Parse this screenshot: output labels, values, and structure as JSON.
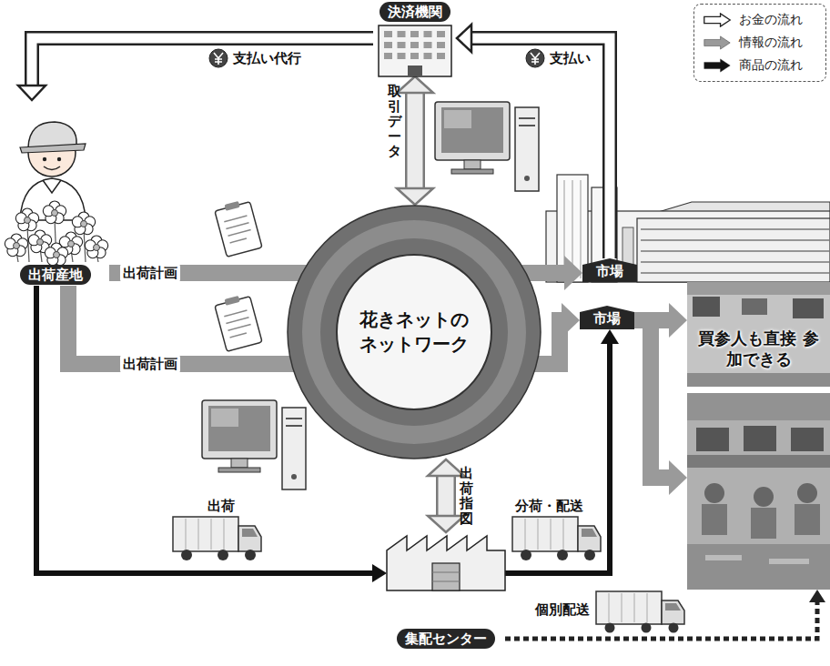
{
  "diagram": {
    "nodes": [
      {
        "text": [
          "決済機関"
        ]
      },
      {
        "text": [
          "出荷産地"
        ]
      },
      {
        "text": [
          "花きネットの ネットワーク"
        ]
      },
      {
        "text": [
          "市場"
        ]
      },
      {
        "text": [
          "市場"
        ]
      },
      {
        "text": [
          "買参人も直接 参加できる"
        ]
      },
      {
        "text": [
          "集配センター"
        ]
      }
    ],
    "edges": [
      {
        "from": 3,
        "to": 0,
        "label": "支払い",
        "arrow": "to"
      },
      {
        "from": 0,
        "to": 1,
        "label": "支払い代行",
        "arrow": "to"
      },
      {
        "from": 1,
        "to": 3,
        "label": "出荷計画",
        "arrow": "to"
      },
      {
        "from": 1,
        "to": 4,
        "label": "出荷計画",
        "arrow": "to"
      },
      {
        "from": 0,
        "to": 2,
        "label": "取引データ",
        "arrow": "both"
      },
      {
        "from": 2,
        "to": 6,
        "label": "出荷指図",
        "arrow": "both"
      },
      {
        "from": 1,
        "to": 6,
        "label": "出荷",
        "arrow": "to"
      },
      {
        "from": 6,
        "to": 4,
        "label": "分荷・配送",
        "arrow": "to"
      },
      {
        "from": 4,
        "to": 5,
        "arrow": "to"
      },
      {
        "from": 6,
        "to": 5,
        "label": "個別配送",
        "arrow": "to"
      }
    ],
    "legend": [
      {
        "text": "お金の流れ"
      },
      {
        "text": "情報の流れ"
      },
      {
        "text": "商品の流れ"
      }
    ]
  }
}
